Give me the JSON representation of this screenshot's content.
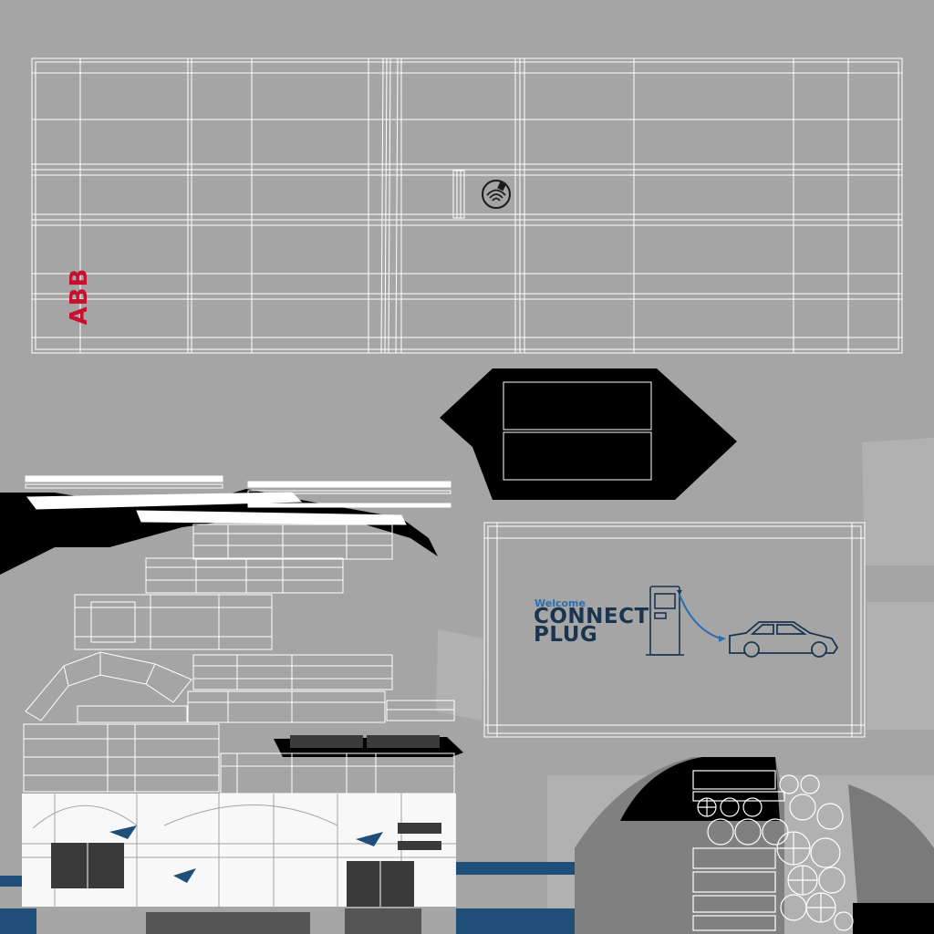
{
  "brand": {
    "logo_text": "ABB",
    "logo_color": "#c8102e"
  },
  "screen": {
    "welcome": "Welcome",
    "title_line1": "CONNECT",
    "title_line2": "PLUG",
    "text_color": "#1a3550",
    "accent_color": "#2a6fb0"
  },
  "colors": {
    "background": "#a5a5a5",
    "wireframe": "#ffffff",
    "shadow": "#000000",
    "car_blue": "#1f4e79",
    "dark_panel": "#3a3a3a"
  },
  "icons": {
    "nfc_reader": "nfc-card-reader-icon",
    "charger": "ev-charger-icon",
    "car": "car-icon",
    "cable": "charging-cable-icon"
  }
}
